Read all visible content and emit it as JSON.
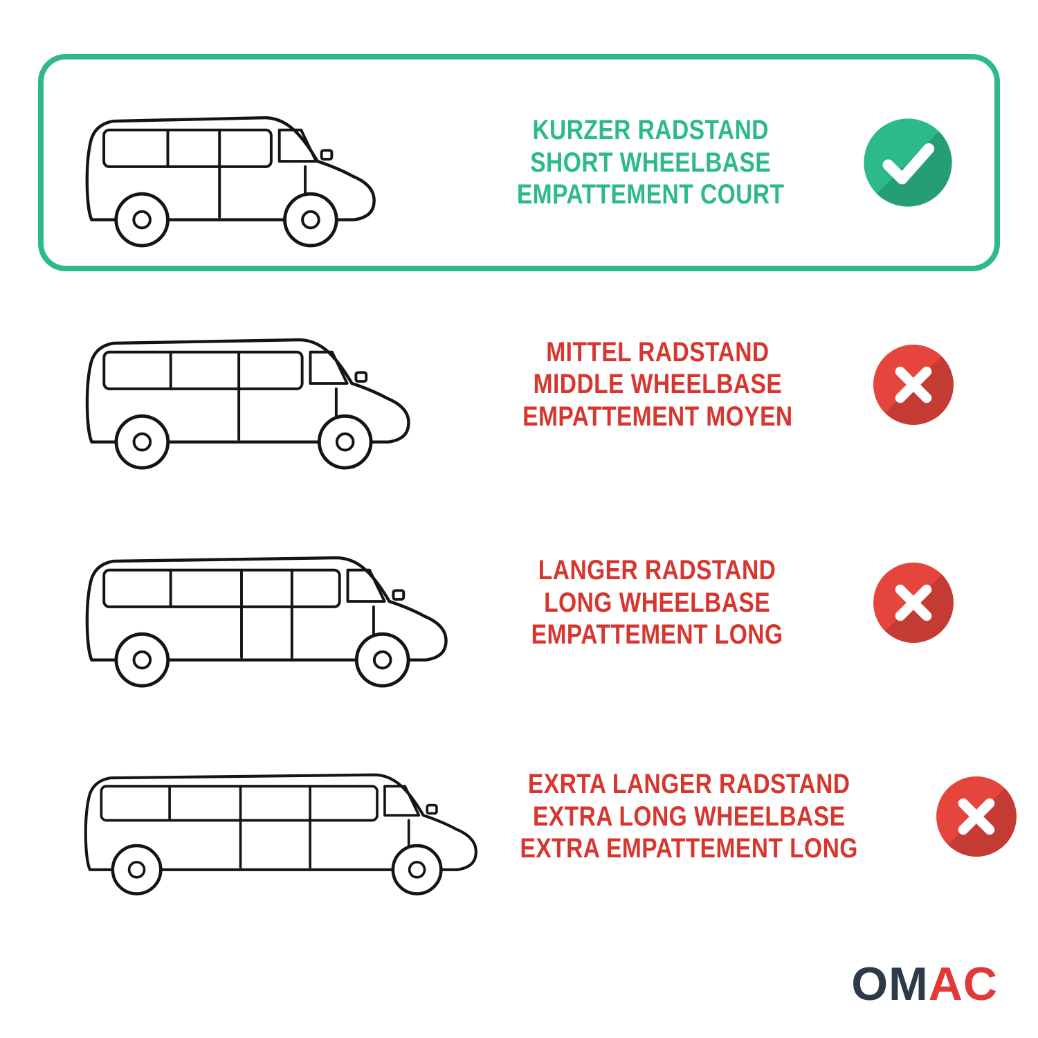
{
  "rows": [
    {
      "name": "short-wheelbase",
      "selected": true,
      "label_lines": [
        "KURZER RADSTAND",
        "SHORT WHEELBASE",
        "EMPATTEMENT COURT"
      ],
      "status_icon": "check-icon"
    },
    {
      "name": "middle-wheelbase",
      "selected": false,
      "label_lines": [
        "MITTEL RADSTAND",
        "MIDDLE WHEELBASE",
        "EMPATTEMENT MOYEN"
      ],
      "status_icon": "x-icon"
    },
    {
      "name": "long-wheelbase",
      "selected": false,
      "label_lines": [
        "LANGER RADSTAND",
        "LONG WHEELBASE",
        "EMPATTEMENT LONG"
      ],
      "status_icon": "x-icon"
    },
    {
      "name": "extra-long-wheelbase",
      "selected": false,
      "label_lines": [
        "EXRTA LANGER RADSTAND",
        "EXTRA LONG WHEELBASE",
        "EXTRA EMPATTEMENT LONG"
      ],
      "status_icon": "x-icon"
    }
  ],
  "brand": {
    "text_dark": "OM",
    "text_red": "AC"
  },
  "colors": {
    "accent_green": "#2CB98C",
    "accent_red": "#D7362F",
    "icon_red": "#E5453C",
    "outline": "#141414"
  }
}
